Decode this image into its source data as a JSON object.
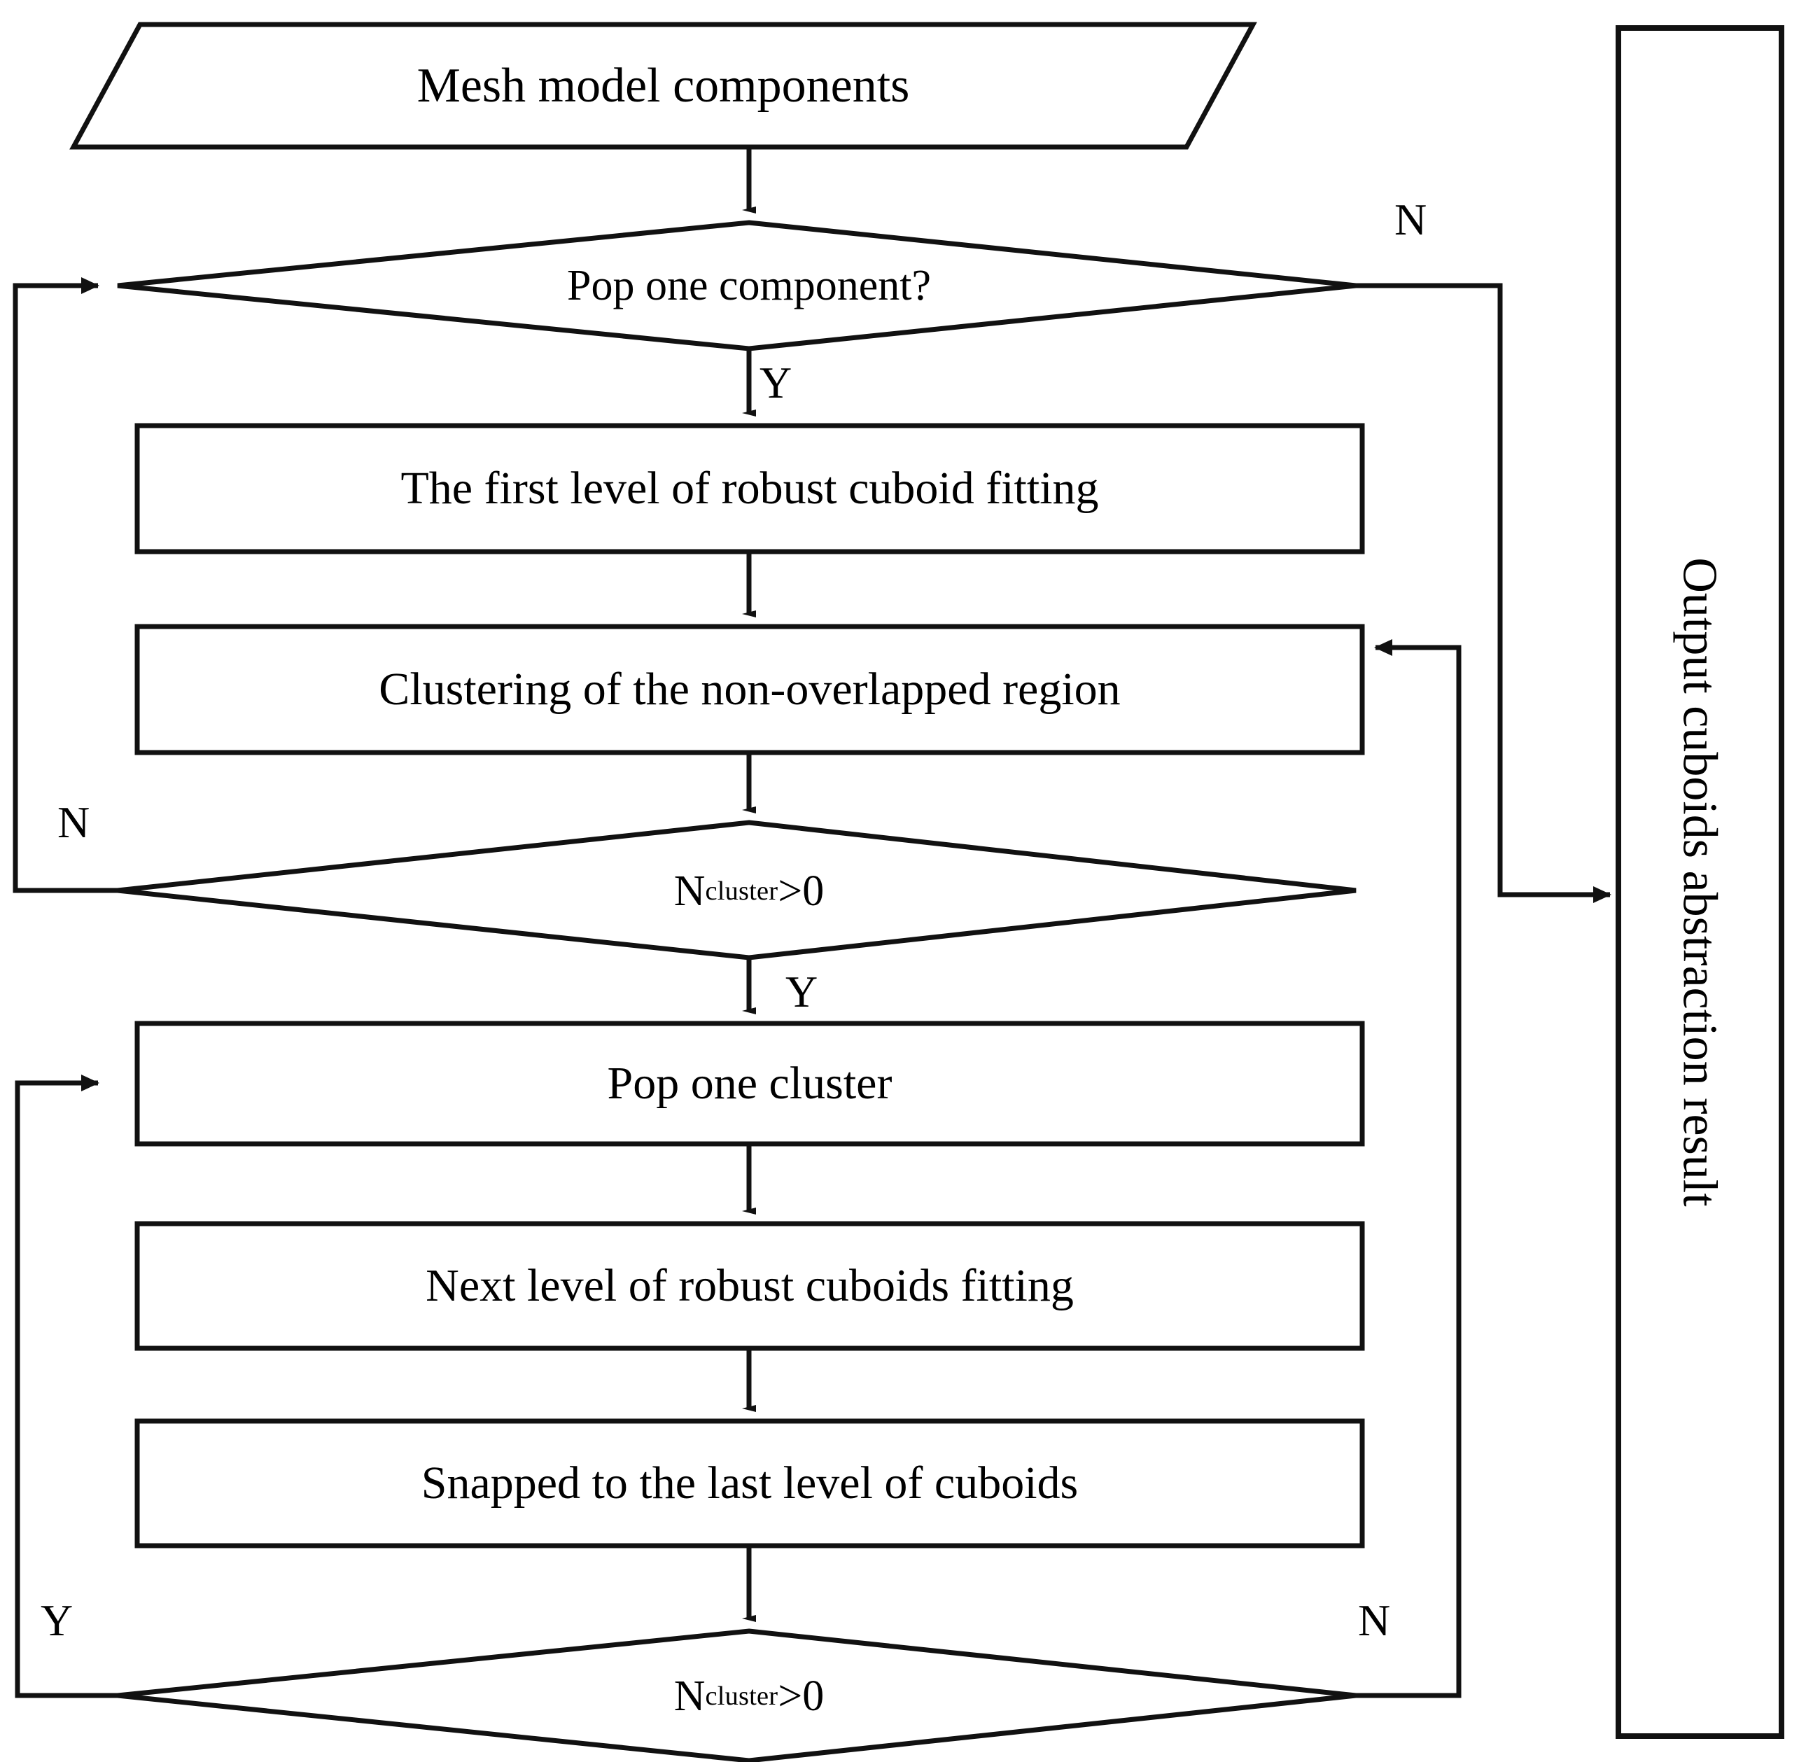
{
  "diagram": {
    "title": "Cuboid abstraction pipeline flowchart",
    "stroke_color": "#111111",
    "fill_color": "#ffffff",
    "text_color": "#000000"
  },
  "nodes": {
    "input_mesh": {
      "label": "Mesh model components",
      "shape": "parallelogram"
    },
    "decision_pop_component": {
      "label": "Pop one component?",
      "shape": "diamond"
    },
    "proc_first_level": {
      "label": "The first level of robust cuboid fitting",
      "shape": "rect"
    },
    "proc_clustering": {
      "label": "Clustering of the non-overlapped region",
      "shape": "rect"
    },
    "decision_ncluster_top": {
      "label_prefix": "N",
      "label_sub": "cluster",
      "label_suffix": ">0",
      "label": "Ncluster>0",
      "shape": "diamond"
    },
    "proc_pop_cluster": {
      "label": "Pop one cluster",
      "shape": "rect"
    },
    "proc_next_level": {
      "label": "Next level of robust cuboids fitting",
      "shape": "rect"
    },
    "proc_snapped": {
      "label": "Snapped to the last level of cuboids",
      "shape": "rect"
    },
    "decision_ncluster_bottom": {
      "label_prefix": "N",
      "label_sub": "cluster",
      "label_suffix": ">0",
      "label": "Ncluster>0",
      "shape": "diamond"
    },
    "output_result": {
      "label": "Output cuboids abstraction result",
      "shape": "rect-vertical"
    }
  },
  "branch_labels": {
    "pop_component_no": "N",
    "pop_component_yes": "Y",
    "ncluster_top_no": "N",
    "ncluster_top_yes": "Y",
    "ncluster_bottom_yes": "Y",
    "ncluster_bottom_no": "N"
  }
}
